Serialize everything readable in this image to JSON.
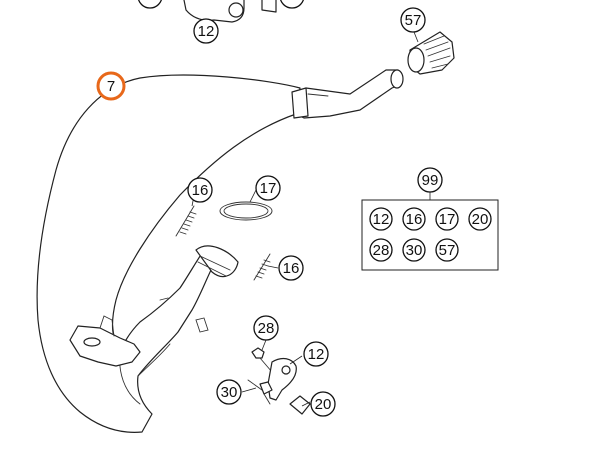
{
  "diagram": {
    "callouts": [
      {
        "id": "c7",
        "label": "7",
        "highlight": true
      },
      {
        "id": "c12a",
        "label": "12"
      },
      {
        "id": "c57",
        "label": "57"
      },
      {
        "id": "c16a",
        "label": "16"
      },
      {
        "id": "c17",
        "label": "17"
      },
      {
        "id": "c16b",
        "label": "16"
      },
      {
        "id": "c99",
        "label": "99"
      },
      {
        "id": "c28",
        "label": "28"
      },
      {
        "id": "c12b",
        "label": "12"
      },
      {
        "id": "c30",
        "label": "30"
      },
      {
        "id": "c20",
        "label": "20"
      }
    ],
    "kit": {
      "row1": [
        "12",
        "16",
        "17",
        "20"
      ],
      "row2": [
        "28",
        "30",
        "57"
      ]
    },
    "colors": {
      "highlight": "#e8681a",
      "line": "#222222"
    }
  }
}
